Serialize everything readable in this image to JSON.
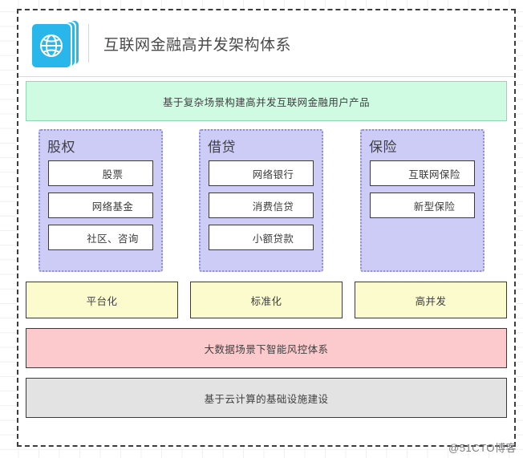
{
  "header": {
    "icon": "globe-cards-icon",
    "title": "互联网金融高并发架构体系",
    "icon_color": "#29b6ea"
  },
  "banner": {
    "text": "基于复杂场景构建高并发互联网金融用户产品",
    "fill": "#cffbe2",
    "border": "#8fd9b4"
  },
  "columns": [
    {
      "title": "股权",
      "fill": "#ccccf7",
      "items": [
        "股票",
        "网络基金",
        "社区、咨询"
      ]
    },
    {
      "title": "借贷",
      "fill": "#ccccf7",
      "items": [
        "网络银行",
        "消费信贷",
        "小额贷款"
      ]
    },
    {
      "title": "保险",
      "fill": "#ccccf7",
      "items": [
        "互联网保险",
        "新型保险"
      ]
    }
  ],
  "capability_row": {
    "fill": "#fbfbce",
    "items": [
      "平台化",
      "标准化",
      "高并发"
    ]
  },
  "risk_band": {
    "text": "大数据场景下智能风控体系",
    "fill": "#fcc9cc"
  },
  "infra_band": {
    "text": "基于云计算的基础设施建设",
    "fill": "#e3e3e3"
  },
  "watermark": {
    "text": "@51CTO博客"
  }
}
